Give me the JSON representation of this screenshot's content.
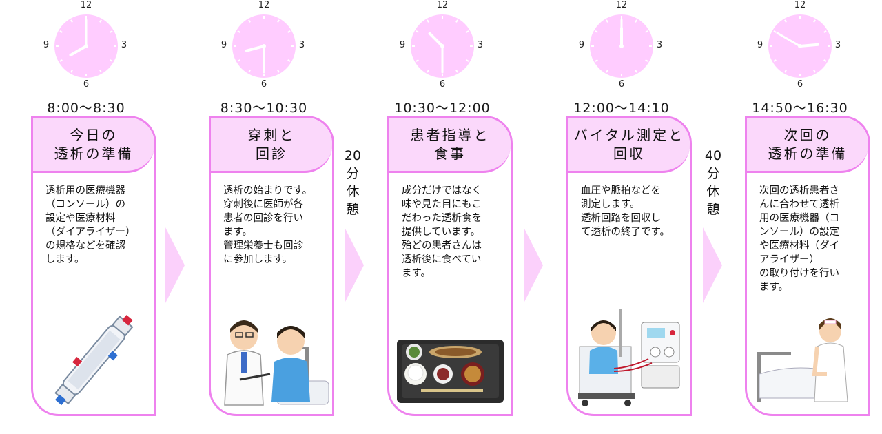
{
  "colors": {
    "accent": "#ee82ee",
    "head_bg": "#fbd8fb",
    "clock_face": "#ffccff",
    "arrow": "#fbd0fb"
  },
  "steps": [
    {
      "clock": {
        "n12": "12",
        "n3": "3",
        "n6": "6",
        "n9": "9",
        "hour": 8,
        "minute": 0
      },
      "time": "8:00～8:30",
      "title": "今日の\n透析の準備",
      "body": "透析用の医療機器\n（コンソール）の\n設定や医療材料\n（ダイアライザー）\nの規格などを確認\nします。",
      "illustration": "dialyzer-icon"
    },
    {
      "clock": {
        "n12": "12",
        "n3": "3",
        "n6": "6",
        "n9": "9",
        "hour": 8,
        "minute": 30
      },
      "time": "8:30～10:30",
      "title": "穿刺と\n回診",
      "body": "透析の始まりです。\n穿刺後に医師が各\n患者の回診を行い\nます。\n管理栄養士も回診\nに参加します。",
      "illustration": "doctor-patient-icon"
    },
    {
      "clock": {
        "n12": "12",
        "n3": "3",
        "n6": "6",
        "n9": "9",
        "hour": 10,
        "minute": 30
      },
      "time": "10:30～12:00",
      "title": "患者指導と\n食事",
      "body": "成分だけではなく\n味や見た目にもこ\nだわった透析食を\n提供しています。\n殆どの患者さんは\n透析後に食べてい\nます。",
      "illustration": "meal-tray-icon"
    },
    {
      "clock": {
        "n12": "12",
        "n3": "3",
        "n6": "6",
        "n9": "9",
        "hour": 12,
        "minute": 0
      },
      "time": "12:00～14:10",
      "title": "バイタル測定と\n回収",
      "body": "血圧や脈拍などを\n測定します。\n透析回路を回収し\nて透析の終了です。",
      "illustration": "dialysis-machine-icon"
    },
    {
      "clock": {
        "n12": "12",
        "n3": "3",
        "n6": "6",
        "n9": "9",
        "hour": 14,
        "minute": 50
      },
      "time": "14:50～16:30",
      "title": "次回の\n透析の準備",
      "body": "次回の透析患者さ\nんに合わせて透析\n用の医療機器（コ\nンソール）の設定\nや医療材料（ダイ\nアライザー）\nの取り付けを行い\nます。",
      "illustration": "nurse-bed-icon"
    }
  ],
  "rests": [
    {
      "after_step": 2,
      "text": "20分\n休\n憩"
    },
    {
      "after_step": 4,
      "text": "40分\n休\n憩"
    }
  ]
}
